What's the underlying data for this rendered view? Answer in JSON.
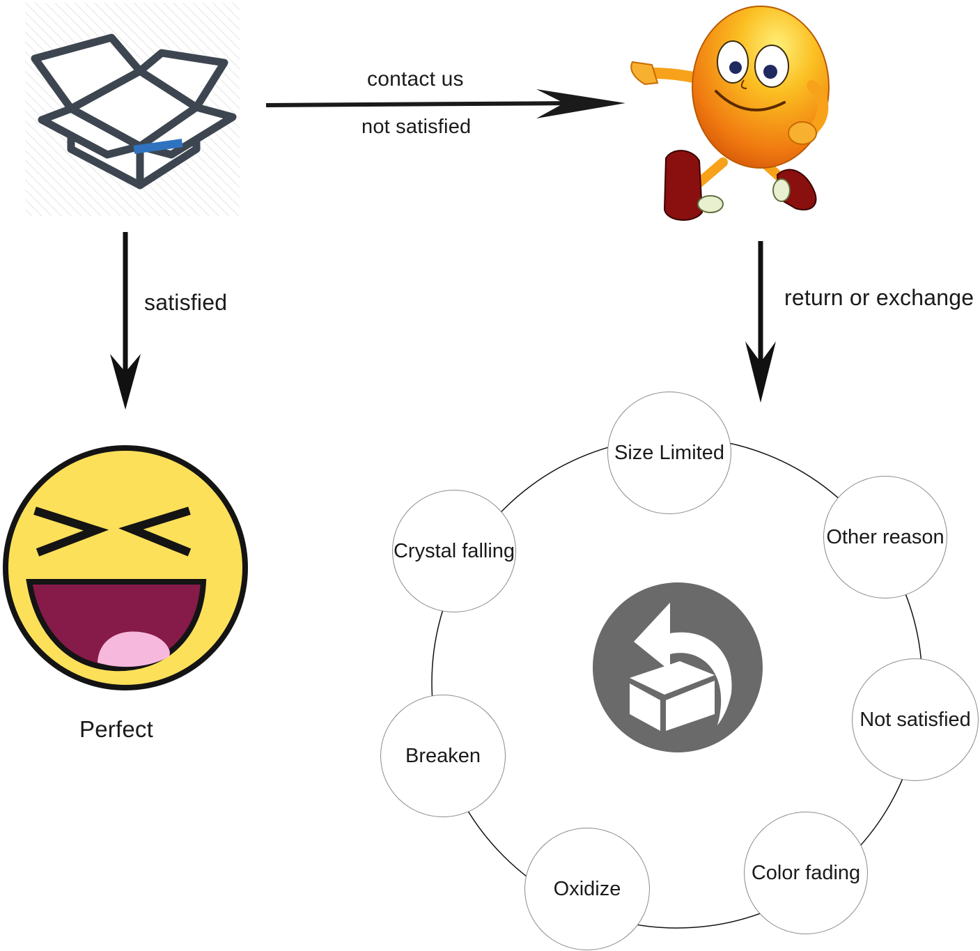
{
  "edges": {
    "contact": "contact us",
    "not_satisfied": "not satisfied",
    "satisfied": "satisfied",
    "return_exchange": "return or exchange"
  },
  "outcome": {
    "perfect": "Perfect"
  },
  "reasons": [
    "Size Limited",
    "Other reason",
    "Not satisfied",
    "Color fading",
    "Oxidize",
    "Breaken",
    "Crystal falling"
  ],
  "icons": {
    "package": "open-box-icon",
    "mascot": "egg-mascot-icon",
    "happy": "laughing-face-icon",
    "return": "return-box-icon"
  },
  "colors": {
    "box_stroke": "#3d4650",
    "box_accent": "#2f73c0",
    "face_yellow": "#fde05a",
    "mouth": "#861a48",
    "tongue": "#f6b8dc",
    "mascot_orange": "#f7a21a",
    "return_grey": "#6a6a6a"
  }
}
